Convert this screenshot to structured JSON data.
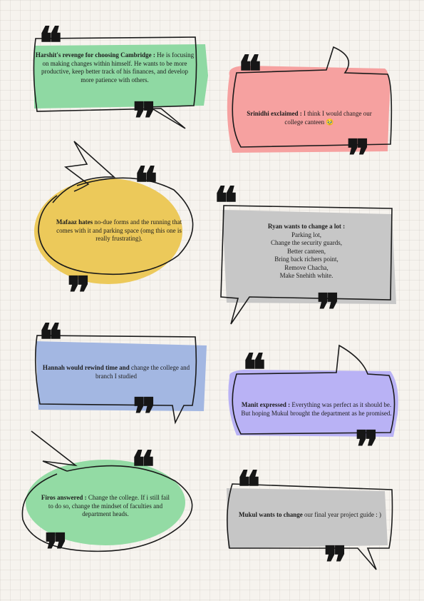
{
  "bubbles": [
    {
      "name": "Harshit",
      "bold": "Harshit's revenge for choosing Cambridge :",
      "text": "He is focusing on making changes within himself. He wants to be more productive, keep better track of his finances, and develop more patience with others.",
      "color": "#8fd9a3"
    },
    {
      "name": "Srinidhi",
      "bold": "Srinidhi exclaimed :",
      "text": "I think I would change our college canteen 🥹",
      "color": "#f6a1a0"
    },
    {
      "name": "Mafaaz",
      "bold": "Mafaaz hates",
      "text": "no-due forms and the running that comes with it and parking space (omg this one is really frustrating).",
      "color": "#ecc95a"
    },
    {
      "name": "Ryan",
      "bold": "Ryan wants to change a lot :",
      "lines": [
        "Parking lot,",
        "Change the security guards,",
        "Better canteen,",
        "Bring back richers point,",
        "Remove Chacha,",
        "Make Snehith white."
      ],
      "color": "#c7c7c7"
    },
    {
      "name": "Hannah",
      "bold": "Hannah would rewind time and",
      "text": "change the college and branch I studied",
      "color": "#a3b7e2"
    },
    {
      "name": "Manit",
      "bold": "Manit expressed :",
      "text": "Everything was perfect as it should be. But hoping Mukul brought the department as he promised.",
      "color": "#b9b2f5"
    },
    {
      "name": "Firos",
      "bold": "Firos answered :",
      "text": "Change the college. If i still fail to do so, change the mindset of faculties and department heads.",
      "color": "#93dba4"
    },
    {
      "name": "Mukul",
      "bold": "Mukul wants to change",
      "text": "our final year project guide : )",
      "color": "#c6c6c6"
    }
  ],
  "quote_open": "❝",
  "quote_close": "❞"
}
